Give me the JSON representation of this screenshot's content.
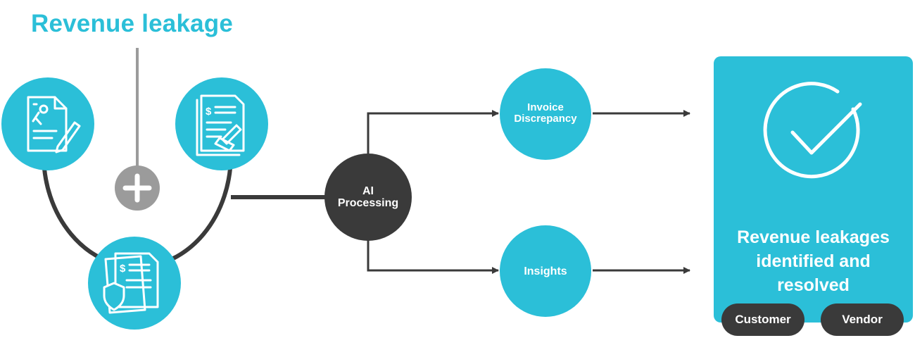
{
  "title": "Revenue leakage",
  "nodes": {
    "ai_processing": {
      "line1": "AI",
      "line2": "Processing"
    },
    "invoice_discrepancy": {
      "line1": "Invoice",
      "line2": "Discrepancy"
    },
    "insights": {
      "label": "Insights"
    }
  },
  "result": {
    "line1": "Revenue leakages",
    "line2": "identified and",
    "line3": "resolved",
    "pills": [
      "Customer",
      "Vendor"
    ]
  },
  "colors": {
    "accent": "#2bbfd8",
    "dark": "#3a3a3a",
    "plus_gray": "#9b9b9b"
  },
  "icons": [
    "contract-wrench-icon",
    "invoice-stamp-icon",
    "invoice-shield-icon",
    "plus-icon",
    "checkmark-icon"
  ]
}
